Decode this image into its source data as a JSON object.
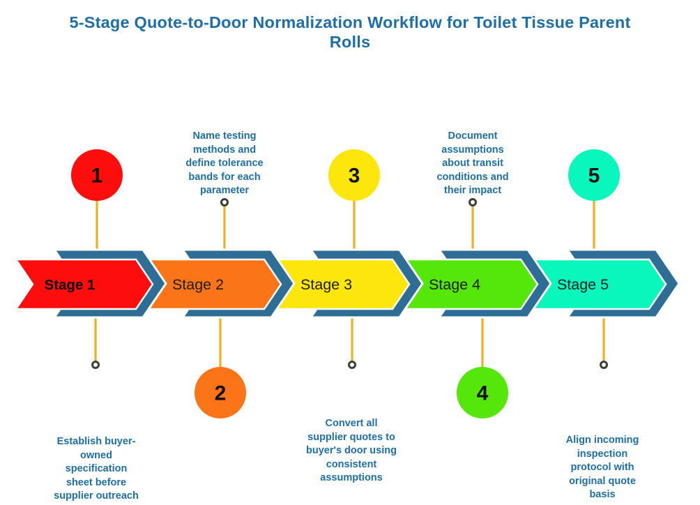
{
  "title": "5-Stage Quote-to-Door Normalization Workflow for Toilet Tissue Parent\nRolls",
  "colors": {
    "title_text": "#1d6fa9",
    "description_text": "#1e6fa8",
    "chevron_back": "#2e6e96",
    "connector": "#f0af1e",
    "endpoint_ring": "#3e3e38",
    "label_text": "#1d1d1f"
  },
  "stages": [
    {
      "label": "Stage 1",
      "number": "1",
      "color": "#fe0d0d",
      "description": "Establish buyer-\nowned\nspecification\nsheet before\nsupplier outreach",
      "description_position": "below",
      "badge_position": "above"
    },
    {
      "label": "Stage 2",
      "number": "2",
      "color": "#fb7418",
      "description": "Name testing\nmethods and\ndefine tolerance\nbands for each\nparameter",
      "description_position": "above",
      "badge_position": "below"
    },
    {
      "label": "Stage 3",
      "number": "3",
      "color": "#fde60c",
      "description": "Convert all\nsupplier quotes to\nbuyer's door using\nconsistent\nassumptions",
      "description_position": "below",
      "badge_position": "above"
    },
    {
      "label": "Stage 4",
      "number": "4",
      "color": "#55e60a",
      "description": "Document\nassumptions\nabout transit\nconditions and\ntheir impact",
      "description_position": "above",
      "badge_position": "below"
    },
    {
      "label": "Stage 5",
      "number": "5",
      "color": "#09f6bd",
      "description": "Align incoming\ninspection\nprotocol with\noriginal quote\nbasis",
      "description_position": "below",
      "badge_position": "above"
    }
  ]
}
